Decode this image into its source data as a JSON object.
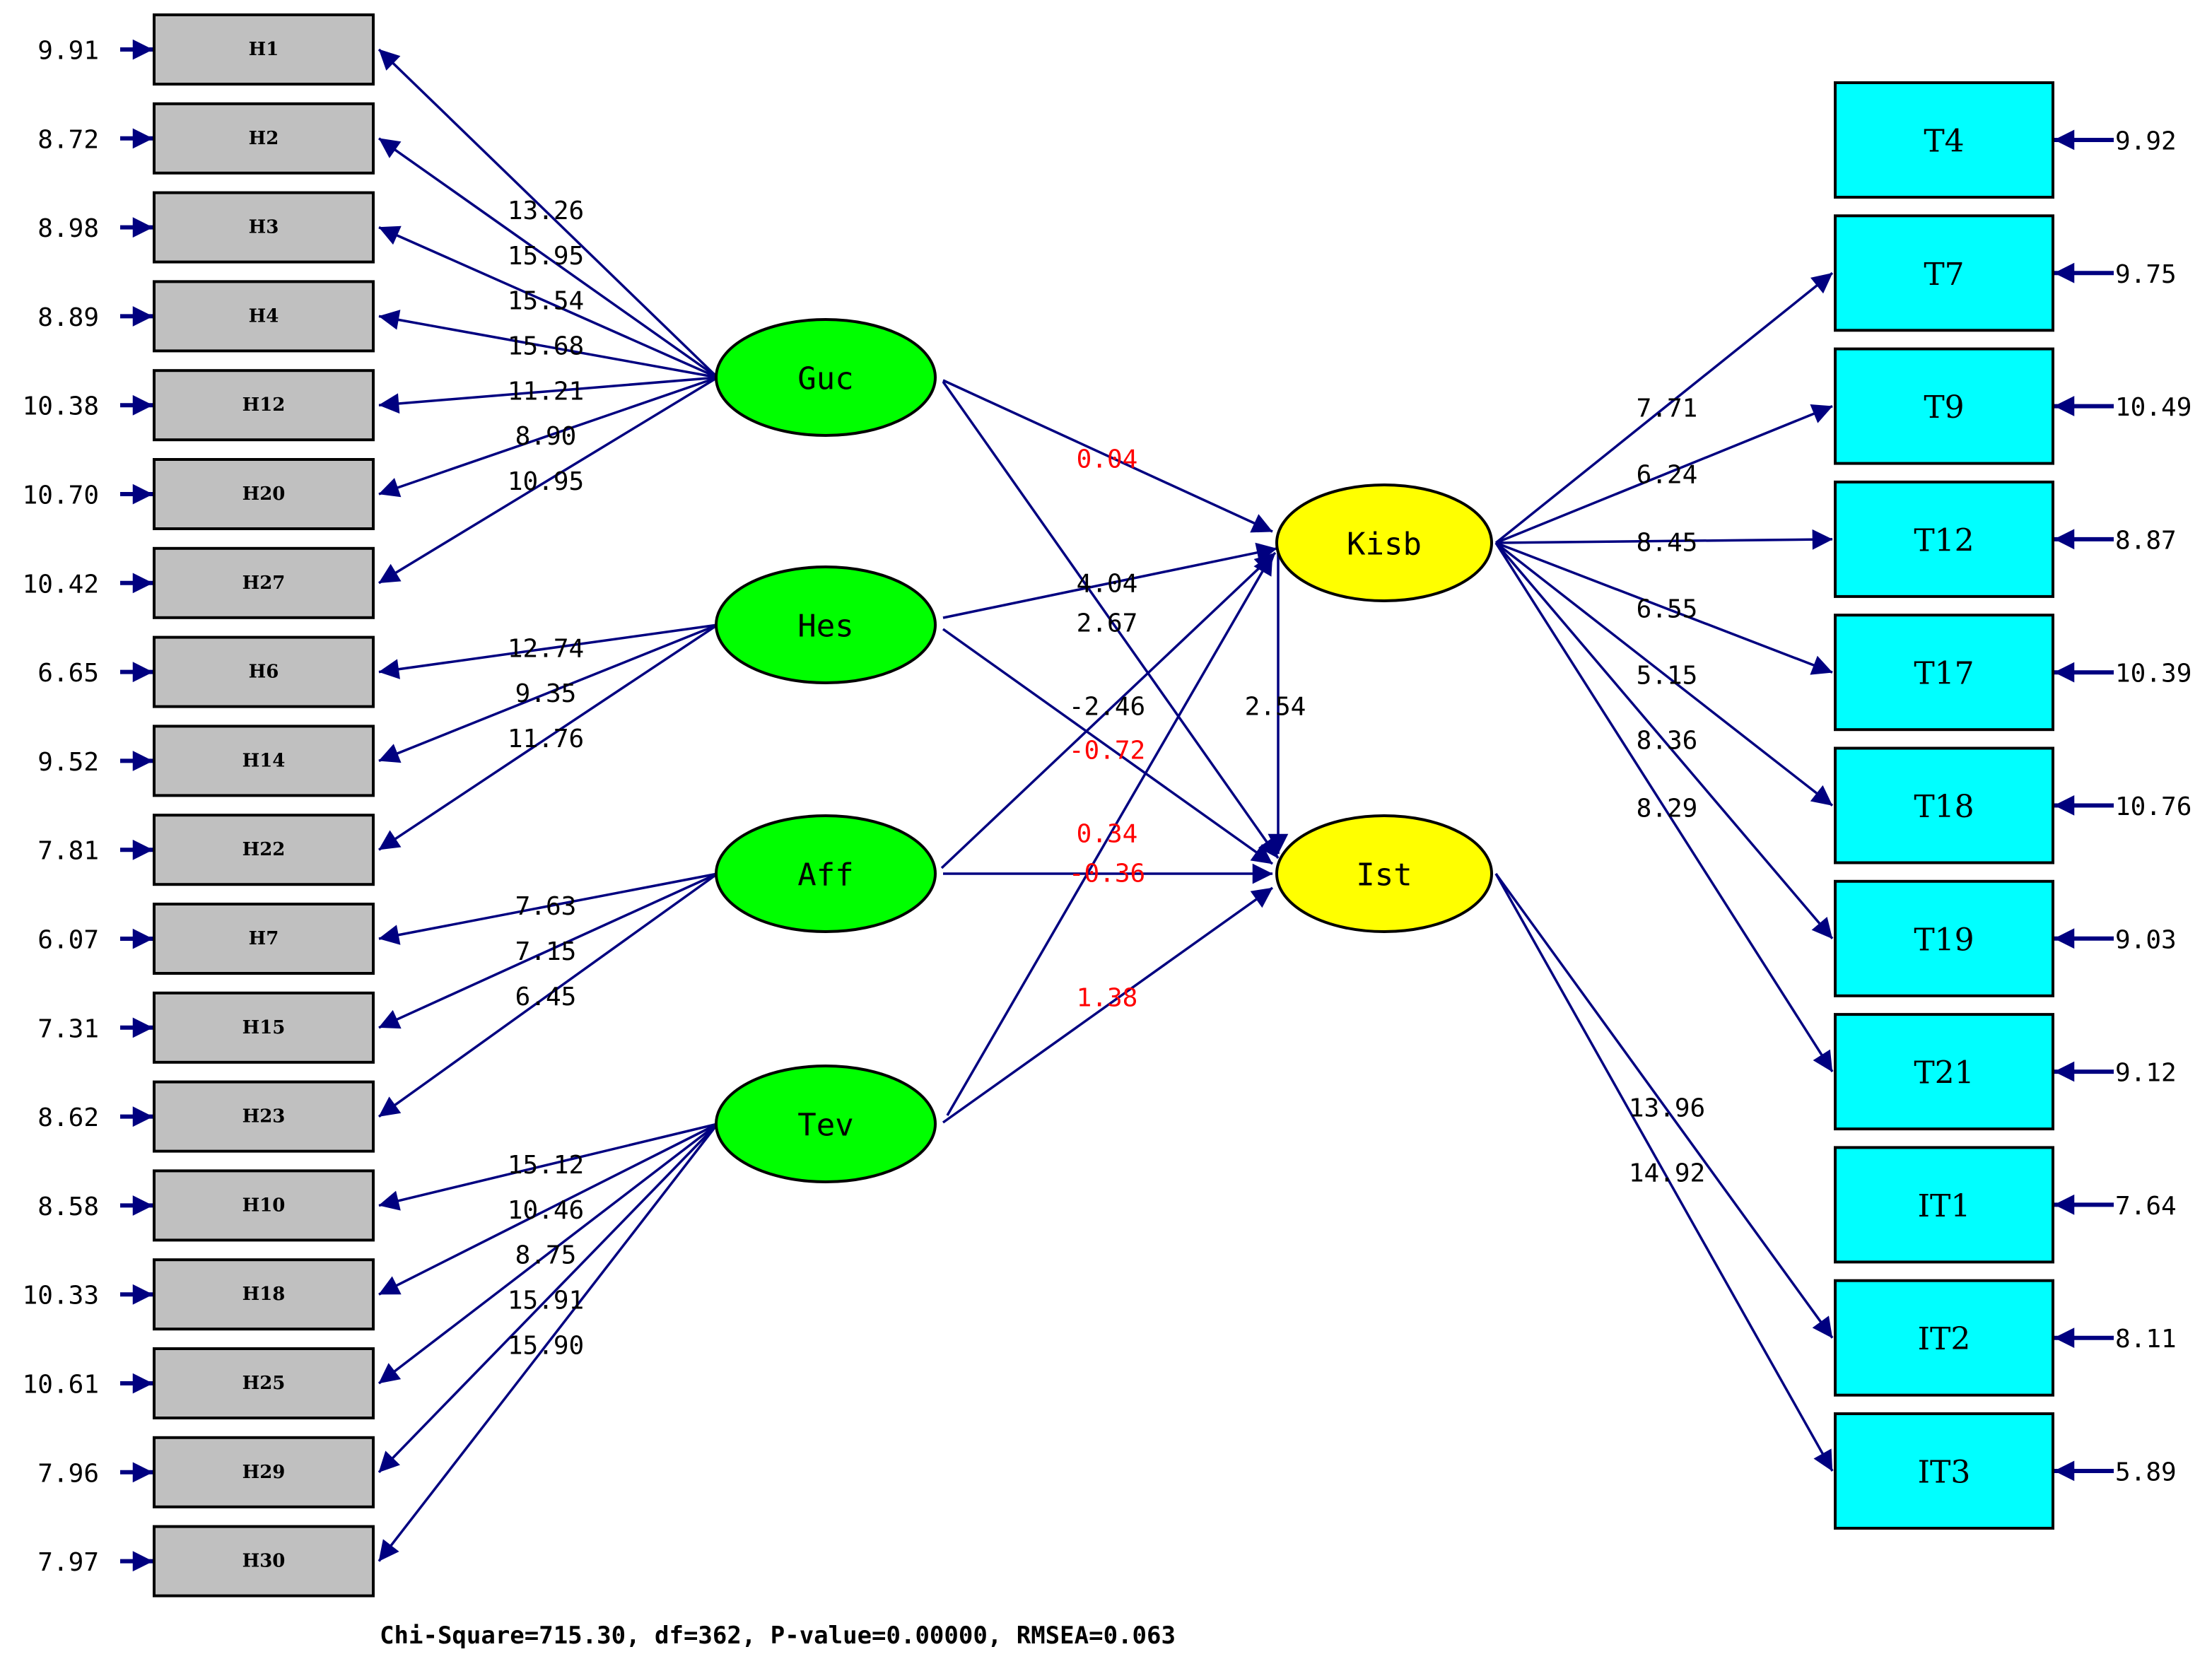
{
  "colors": {
    "exogenous": "#00ff00",
    "endogenous": "#ffff00",
    "left_box": "#c0c0c0",
    "right_box": "#00ffff",
    "path": "#000080",
    "significant": "#000000",
    "nonsignificant": "#ff0000"
  },
  "latents": [
    {
      "name": "Guc",
      "kind": "exogenous"
    },
    {
      "name": "Hes",
      "kind": "exogenous"
    },
    {
      "name": "Aff",
      "kind": "exogenous"
    },
    {
      "name": "Tev",
      "kind": "exogenous"
    },
    {
      "name": "Kisb",
      "kind": "endogenous"
    },
    {
      "name": "Ist",
      "kind": "endogenous"
    }
  ],
  "left_indicators": [
    {
      "name": "H1",
      "error": "9.91",
      "latent": "Guc",
      "loading": "13.26"
    },
    {
      "name": "H2",
      "error": "8.72",
      "latent": "Guc",
      "loading": "15.95"
    },
    {
      "name": "H3",
      "error": "8.98",
      "latent": "Guc",
      "loading": "15.54"
    },
    {
      "name": "H4",
      "error": "8.89",
      "latent": "Guc",
      "loading": "15.68"
    },
    {
      "name": "H12",
      "error": "10.38",
      "latent": "Guc",
      "loading": "11.21"
    },
    {
      "name": "H20",
      "error": "10.70",
      "latent": "Guc",
      "loading": "8.90"
    },
    {
      "name": "H27",
      "error": "10.42",
      "latent": "Guc",
      "loading": "10.95"
    },
    {
      "name": "H6",
      "error": "6.65",
      "latent": "Hes",
      "loading": "12.74"
    },
    {
      "name": "H14",
      "error": "9.52",
      "latent": "Hes",
      "loading": "9.35"
    },
    {
      "name": "H22",
      "error": "7.81",
      "latent": "Hes",
      "loading": "11.76"
    },
    {
      "name": "H7",
      "error": "6.07",
      "latent": "Aff",
      "loading": "7.63"
    },
    {
      "name": "H15",
      "error": "7.31",
      "latent": "Aff",
      "loading": "7.15"
    },
    {
      "name": "H23",
      "error": "8.62",
      "latent": "Aff",
      "loading": "6.45"
    },
    {
      "name": "H10",
      "error": "8.58",
      "latent": "Tev",
      "loading": "15.12"
    },
    {
      "name": "H18",
      "error": "10.33",
      "latent": "Tev",
      "loading": "10.46"
    },
    {
      "name": "H25",
      "error": "10.61",
      "latent": "Tev",
      "loading": "8.75"
    },
    {
      "name": "H29",
      "error": "7.96",
      "latent": "Tev",
      "loading": "15.91"
    },
    {
      "name": "H30",
      "error": "7.97",
      "latent": "Tev",
      "loading": "15.90"
    }
  ],
  "right_indicators": [
    {
      "name": "T4",
      "error": "9.92",
      "latent": "Kisb",
      "loading": ""
    },
    {
      "name": "T7",
      "error": "9.75",
      "latent": "Kisb",
      "loading": "7.71"
    },
    {
      "name": "T9",
      "error": "10.49",
      "latent": "Kisb",
      "loading": "6.24"
    },
    {
      "name": "T12",
      "error": "8.87",
      "latent": "Kisb",
      "loading": "8.45"
    },
    {
      "name": "T17",
      "error": "10.39",
      "latent": "Kisb",
      "loading": "6.55"
    },
    {
      "name": "T18",
      "error": "10.76",
      "latent": "Kisb",
      "loading": "5.15"
    },
    {
      "name": "T19",
      "error": "9.03",
      "latent": "Kisb",
      "loading": "8.36"
    },
    {
      "name": "T21",
      "error": "9.12",
      "latent": "Kisb",
      "loading": "8.29"
    },
    {
      "name": "IT1",
      "error": "7.64",
      "latent": "Ist",
      "loading": ""
    },
    {
      "name": "IT2",
      "error": "8.11",
      "latent": "Ist",
      "loading": "13.96"
    },
    {
      "name": "IT3",
      "error": "5.89",
      "latent": "Ist",
      "loading": "14.92"
    }
  ],
  "structural_paths": [
    {
      "from": "Guc",
      "to": "Kisb",
      "value": "0.04",
      "significant": false
    },
    {
      "from": "Guc",
      "to": "Ist",
      "value": "2.67",
      "significant": true
    },
    {
      "from": "Hes",
      "to": "Kisb",
      "value": "4.04",
      "significant": true
    },
    {
      "from": "Hes",
      "to": "Ist",
      "value": "-2.46",
      "significant": true
    },
    {
      "from": "Aff",
      "to": "Kisb",
      "value": "-0.72",
      "significant": false
    },
    {
      "from": "Aff",
      "to": "Ist",
      "value": "-0.36",
      "significant": false
    },
    {
      "from": "Tev",
      "to": "Kisb",
      "value": "0.34",
      "significant": false
    },
    {
      "from": "Tev",
      "to": "Ist",
      "value": "1.38",
      "significant": false
    },
    {
      "from": "Kisb",
      "to": "Ist",
      "value": "2.54",
      "significant": true
    }
  ],
  "fit_statistics": "Chi-Square=715.30, df=362, P-value=0.00000, RMSEA=0.063"
}
